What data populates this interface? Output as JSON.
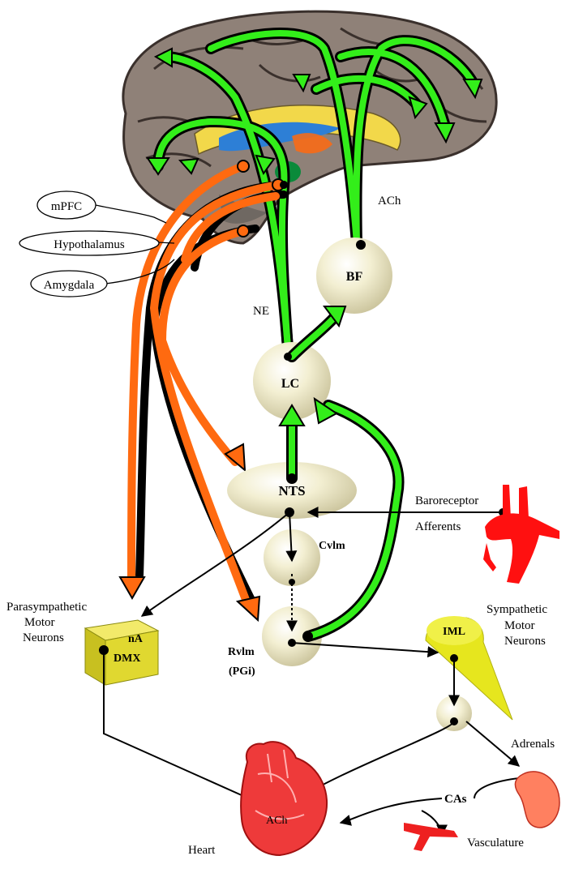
{
  "labels": {
    "mpfc": "mPFC",
    "hypothalamus": "Hypothalamus",
    "amygdala": "Amygdala",
    "ach_top": "ACh",
    "bf": "BF",
    "ne": "NE",
    "lc": "LC",
    "nts": "NTS",
    "baroreceptor": "Baroreceptor",
    "afferents": "Afferents",
    "cvlm": "Cvlm",
    "parasympathetic_1": "Parasympathetic",
    "parasympathetic_2": "Motor",
    "parasympathetic_3": "Neurons",
    "na": "nA",
    "dmx": "DMX",
    "rvlm": "Rvlm",
    "pgi": "(PGi)",
    "sympathetic_1": "Sympathetic",
    "sympathetic_2": "Motor",
    "sympathetic_3": "Neurons",
    "iml": "IML",
    "adrenals": "Adrenals",
    "cas": "CAs",
    "vasculature": "Vasculature",
    "heart": "Heart",
    "ach_heart": "ACh"
  },
  "colors": {
    "orange": "#ff6a10",
    "green": "#33ee1a",
    "black": "#000000",
    "nucleus": "#e8e2b8",
    "brain": "#8f8178",
    "iml_yellow": "#e6e61e",
    "heart_red": "#ee3a3a",
    "artery_red": "#ff1010"
  }
}
